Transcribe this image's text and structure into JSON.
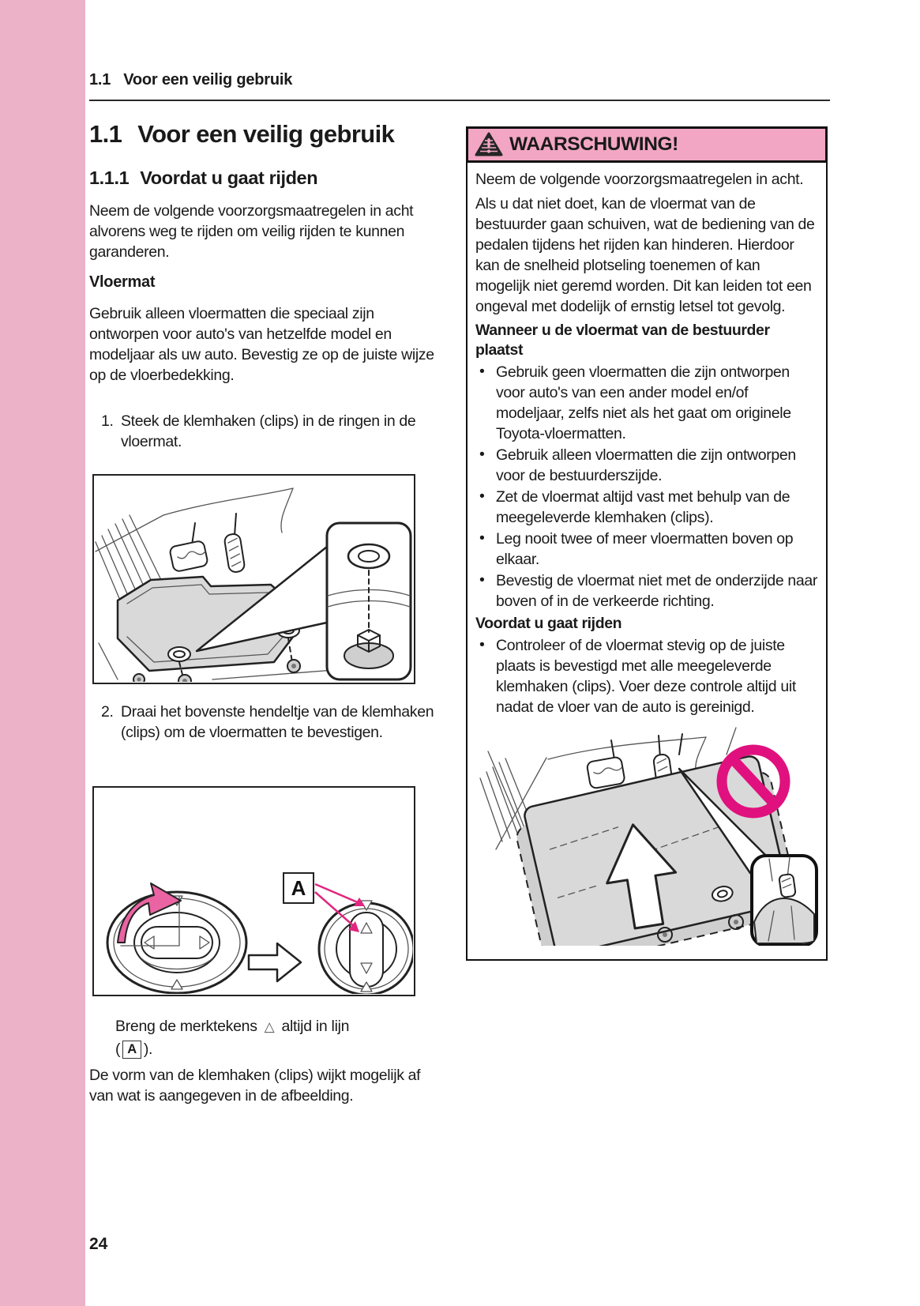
{
  "header": {
    "section_number": "1.1",
    "section_title": "Voor een veilig gebruik"
  },
  "page_number": "24",
  "left_column": {
    "title": {
      "number": "1.1",
      "text": "Voor een veilig gebruik"
    },
    "subtitle": {
      "number": "1.1.1",
      "text": "Voordat u gaat rijden"
    },
    "intro": "Neem de volgende voorzorgsmaatregelen in acht alvorens weg te rijden om veilig rijden te kunnen garanderen.",
    "section_heading": "Vloermat",
    "section_body": "Gebruik alleen vloermatten die speciaal zijn ontworpen voor auto's van hetzelfde model en modeljaar als uw auto. Bevestig ze op de juiste wijze op de vloerbedekking.",
    "steps": [
      {
        "number": "1.",
        "text": "Steek de klemhaken (clips) in de ringen in de vloermat."
      },
      {
        "number": "2.",
        "text": "Draai het bovenste hendeltje van de klemhaken (clips) om de vloermatten te bevestigen."
      }
    ],
    "figure2_label": "A",
    "caption": {
      "before_triangle": "Breng de merktekens",
      "triangle": "△",
      "after_triangle": "altijd in lijn",
      "paren_open": "(",
      "a_label": "A",
      "paren_close": ")."
    },
    "note": "De vorm van de klemhaken (clips) wijkt mogelijk af van wat is aangegeven in de afbeelding."
  },
  "warning_box": {
    "title": "WAARSCHUWING!",
    "intro1": "Neem de volgende voorzorgsmaatregelen in acht.",
    "intro2": "Als u dat niet doet, kan de vloermat van de bestuurder gaan schuiven, wat de bediening van de pedalen tijdens het rijden kan hinderen. Hierdoor kan de snelheid plotseling toenemen of kan mogelijk niet geremd worden. Dit kan leiden tot een ongeval met dodelijk of ernstig letsel tot gevolg.",
    "subheading1": "Wanneer u de vloermat van de bestuurder plaatst",
    "bullets1": [
      "Gebruik geen vloermatten die zijn ontworpen voor auto's van een ander model en/of modeljaar, zelfs niet als het gaat om originele Toyota-vloermatten.",
      "Gebruik alleen vloermatten die zijn ontworpen voor de bestuurderszijde.",
      "Zet de vloermat altijd vast met behulp van de meegeleverde klemhaken (clips).",
      "Leg nooit twee of meer vloermatten boven op elkaar.",
      "Bevestig de vloermat niet met de onderzijde naar boven of in de verkeerde richting."
    ],
    "subheading2": "Voordat u gaat rijden",
    "bullets2": [
      "Controleer of de vloermat stevig op de juiste plaats is bevestigd met alle meegeleverde klemhaken (clips). Voer deze controle altijd uit nadat de vloer van de auto is gereinigd."
    ]
  },
  "colors": {
    "sidebar_pink": "#ecb2c8",
    "warning_header_pink": "#f2a6c3",
    "accent_magenta": "#e0267f",
    "arrow_pink": "#ea63a2",
    "prohibition_pink": "#e0117e",
    "figure_gray": "#d9d9d9"
  }
}
